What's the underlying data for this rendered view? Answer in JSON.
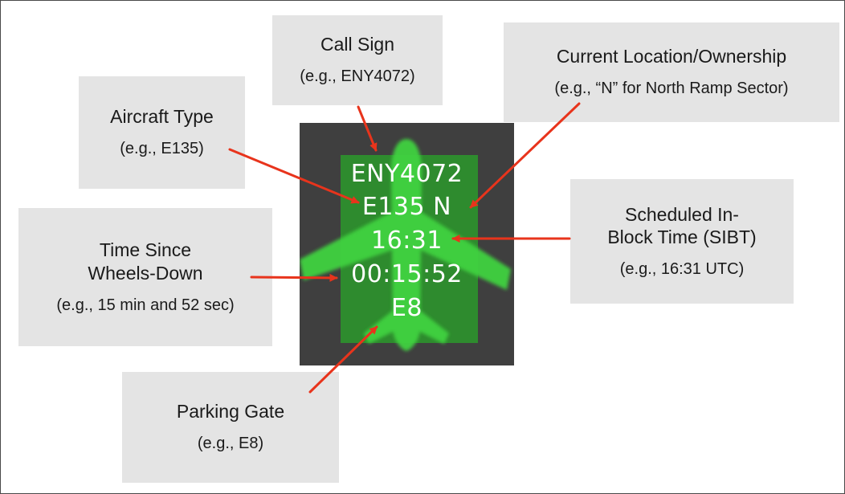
{
  "callouts": {
    "call_sign": {
      "title": "Call Sign",
      "example": "(e.g., ENY4072)"
    },
    "current_location": {
      "title": "Current Location/Ownership",
      "example": "(e.g., “N” for North Ramp Sector)"
    },
    "aircraft_type": {
      "title": "Aircraft Type",
      "example": "(e.g., E135)"
    },
    "time_since_wheels_down": {
      "title_line1": "Time Since",
      "title_line2": "Wheels-Down",
      "example": "(e.g., 15 min and 52 sec)"
    },
    "scheduled_in_block": {
      "title_line1": "Scheduled In-",
      "title_line2": "Block Time (SIBT)",
      "example": "(e.g., 16:31 UTC)"
    },
    "parking_gate": {
      "title": "Parking Gate",
      "example": "(e.g., E8)"
    }
  },
  "data_tag": {
    "call_sign": "ENY4072",
    "type_and_location": "E135 N",
    "sibt": "16:31",
    "time_since_wheels_down": "00:15:52",
    "gate": "E8"
  },
  "colors": {
    "panel": "#3f3f3f",
    "tag_box": "#2e8b2e",
    "aircraft": "#3fd23f",
    "arrow": "#e8341c",
    "callout_bg": "#e4e4e4"
  },
  "icons": {
    "aircraft": "aircraft-icon",
    "arrow": "arrow-icon"
  }
}
